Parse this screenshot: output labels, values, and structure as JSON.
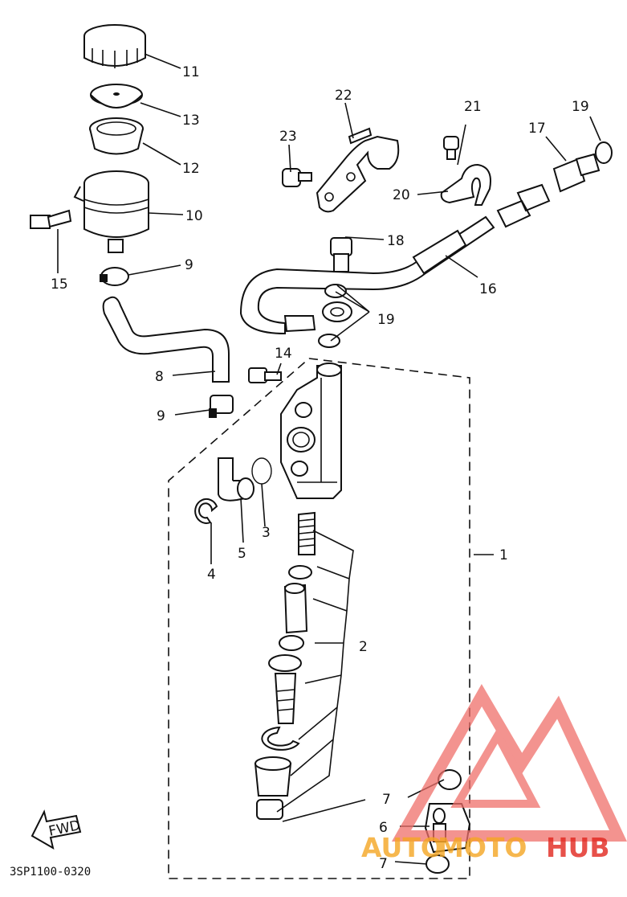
{
  "diagram": {
    "document_code": "3SP1100-0320",
    "fwd_label": "FWD",
    "callouts": {
      "c1": "1",
      "c2": "2",
      "c3": "3",
      "c4": "4",
      "c5": "5",
      "c6": "6",
      "c7a": "7",
      "c7b": "7",
      "c8": "8",
      "c9a": "9",
      "c9b": "9",
      "c10": "10",
      "c11": "11",
      "c12": "12",
      "c13": "13",
      "c14": "14",
      "c15": "15",
      "c16": "16",
      "c17": "17",
      "c18": "18",
      "c19a": "19",
      "c19b": "19",
      "c20": "20",
      "c21": "21",
      "c22": "22",
      "c23": "23"
    }
  },
  "watermark": {
    "part1": "AUTO",
    "part2": "MOTO",
    "part3": "HUB",
    "colors": {
      "orange": "#f5a623",
      "red": "#e2261e",
      "logo": "#ef6f6a"
    }
  }
}
